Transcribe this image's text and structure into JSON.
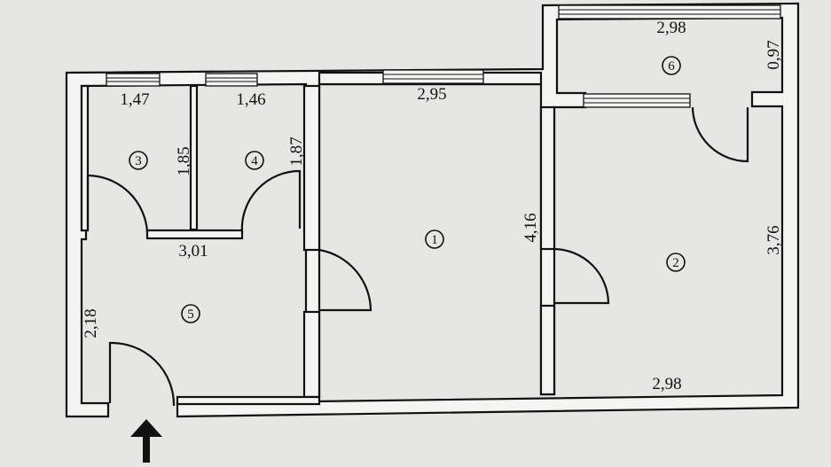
{
  "rooms": [
    {
      "number": "1"
    },
    {
      "number": "2"
    },
    {
      "number": "3"
    },
    {
      "number": "4"
    },
    {
      "number": "5"
    },
    {
      "number": "6"
    }
  ],
  "dimensions": {
    "room3_width": "1,47",
    "room3_length": "1,85",
    "room4_width": "1,46",
    "room4_length": "1,87",
    "room1_width": "2,95",
    "room1_length": "4,16",
    "room2_width": "2,98",
    "room2_length": "3,76",
    "room6_width": "2,98",
    "room6_length": "0,97",
    "room5_width": "3,01",
    "room5_length": "2,18"
  },
  "entrance_icon": "arrow-up-icon"
}
